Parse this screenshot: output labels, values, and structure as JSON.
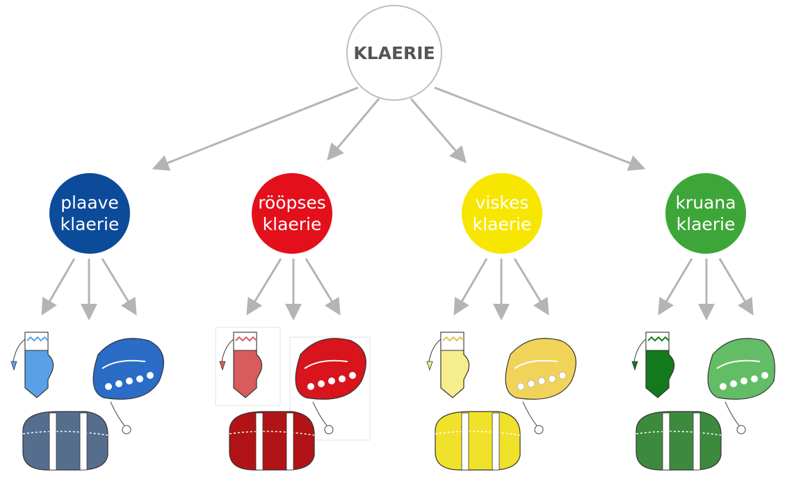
{
  "root": {
    "label": "KLAERIE"
  },
  "categories": [
    {
      "line1": "plaave",
      "line2": "klaerie",
      "color": "#0c4a9a",
      "icon": "blue-items",
      "items": {
        "mitten": "#5aa0e6",
        "belt": "#2a6cc6",
        "box": "#556e8e"
      }
    },
    {
      "line1": "rööpses",
      "line2": "klaerie",
      "color": "#e3101c",
      "icon": "red-items",
      "items": {
        "mitten": "#d95c5c",
        "belt": "#d8141c",
        "box": "#b01416"
      }
    },
    {
      "line1": "viskes",
      "line2": "klaerie",
      "color": "#f7e600",
      "icon": "yellow-items",
      "items": {
        "mitten": "#f6ee8c",
        "belt": "#f2d35a",
        "box": "#f0e22a"
      }
    },
    {
      "line1": "kruana",
      "line2": "klaerie",
      "color": "#3da638",
      "icon": "green-items",
      "items": {
        "mitten": "#127a1c",
        "belt": "#63bd66",
        "box": "#3d8a3e"
      }
    }
  ],
  "colors": {
    "arrow": "#b4b4b4",
    "root_stroke": "#bdbdbd",
    "root_text": "#555555"
  }
}
